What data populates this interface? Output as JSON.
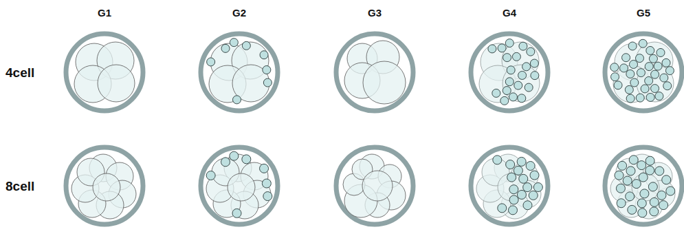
{
  "diagram": {
    "labels": [
      "G1",
      "G2",
      "G3",
      "G4",
      "G5",
      "4cell",
      "8cell"
    ]
  }
}
